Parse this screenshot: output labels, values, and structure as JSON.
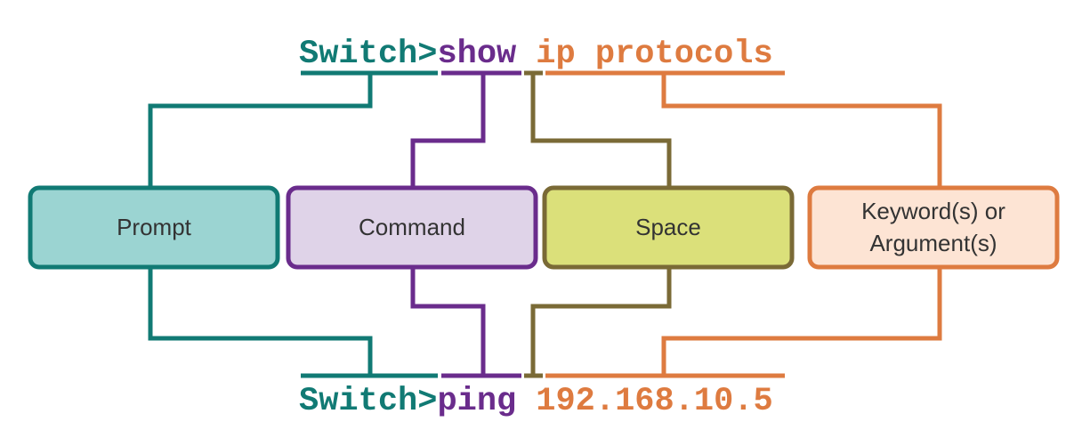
{
  "colors": {
    "prompt": "#117a74",
    "command": "#6a2c8c",
    "space": "#7a6a36",
    "argument": "#de7b40",
    "prompt_fill": "#9bd4d2",
    "command_fill": "#dfd3e8",
    "space_fill": "#dbe07a",
    "argument_fill": "#fde4d4"
  },
  "top_line": {
    "prompt": "Switch>",
    "command": "show",
    "argument": "ip protocols"
  },
  "bottom_line": {
    "prompt": "Switch>",
    "command": "ping",
    "argument": "192.168.10.5"
  },
  "boxes": {
    "prompt": "Prompt",
    "command": "Command",
    "space": "Space",
    "argument_line1": "Keyword(s) or",
    "argument_line2": "Argument(s)"
  }
}
